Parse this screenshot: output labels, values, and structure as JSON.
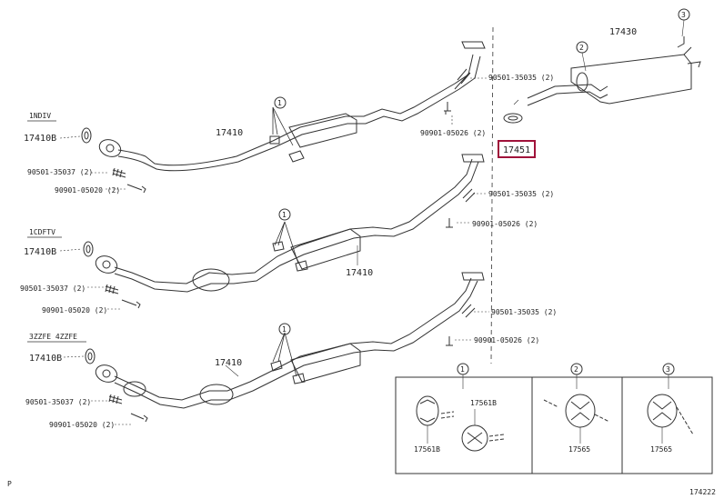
{
  "sections": {
    "s1": "1NDIV",
    "s2": "1CDFTV",
    "s3": "3ZZFE 4ZZFE"
  },
  "labels": {
    "top_17410": "17410",
    "top_17410B": "17410B",
    "top_90501": "90501-35037 (2)",
    "top_90901": "90901-05020 (2)",
    "top_right_90501": "90501-35035 (2)",
    "top_right_90901": "90901-05026 (2)",
    "muffler": "17430",
    "gasket": "17451",
    "mid_17410": "17410",
    "mid_17410CB": "17410B",
    "mid_90501": "90501-35037 (2)",
    "mid_90901": "90901-05020 (2)",
    "mid_right_90501": "90501-35035 (2)",
    "mid_right_90901": "90901-05026 (2)",
    "bot_17410": "17410",
    "bot_17410B": "17410B",
    "bot_90501": "90501-35037 (2)",
    "bot_90901": "90901-05020 (2)",
    "bot_right_90501": "90501-35035 (2)",
    "bot_right_90901": "90901-05026 (2)",
    "hanger_a_label": "17561B",
    "hanger_a2_label": "17561B",
    "hanger_b_label": "17565",
    "hanger_c_label": "17565",
    "diagram_id": "174222",
    "corner_mark": "P"
  },
  "callouts": {
    "one": "1",
    "two": "2",
    "three": "3"
  },
  "colors": {
    "line": "#333333",
    "highlight": "#a0123a"
  }
}
